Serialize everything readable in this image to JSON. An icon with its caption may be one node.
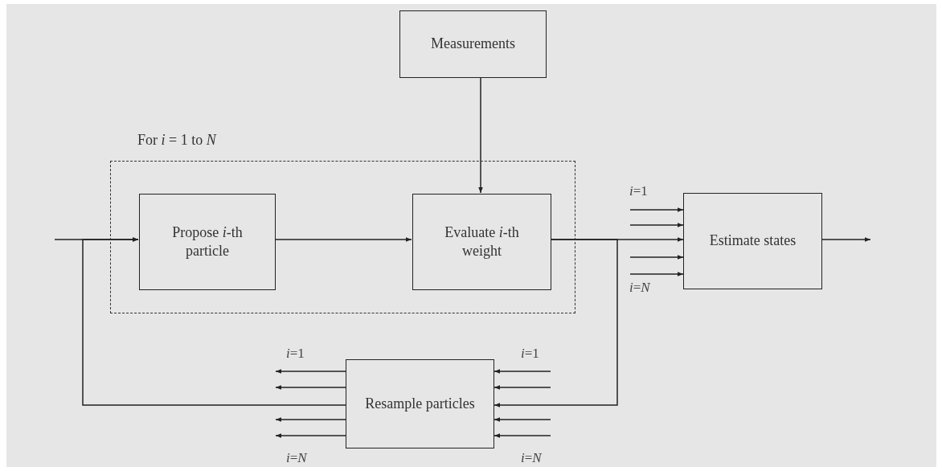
{
  "diagram": {
    "nodes": [
      {
        "text": [
          "Measurements"
        ]
      },
      {
        "text": [
          "For *i* = 1 to *N*"
        ]
      },
      {
        "text": [
          "Propose *i*-th particle"
        ],
        "in": 1
      },
      {
        "text": [
          "Evaluate *i*-th weight"
        ],
        "in": 1
      },
      {
        "text": [
          "Estimate states"
        ]
      },
      {
        "text": [
          "Resample particles"
        ]
      }
    ],
    "edges": [
      {
        "from": 0,
        "to": 3,
        "arrow": "to"
      },
      {
        "from": null,
        "to": 2,
        "arrow": "to"
      },
      {
        "from": 2,
        "to": 3,
        "arrow": "to"
      },
      {
        "from": 3,
        "to": 4,
        "arrow": "to"
      },
      {
        "from": 4,
        "to": null,
        "arrow": "to"
      },
      {
        "from": 3,
        "to": 5,
        "arrow": "to"
      },
      {
        "from": 5,
        "to": 2,
        "arrow": "to"
      },
      {
        "from": null,
        "to": 4,
        "arrow": "to"
      },
      {
        "from": null,
        "to": 4,
        "arrow": "to"
      },
      {
        "from": null,
        "to": 4,
        "arrow": "to"
      },
      {
        "from": null,
        "to": 4,
        "arrow": "to"
      },
      {
        "from": 5,
        "to": null,
        "arrow": "to"
      },
      {
        "from": 5,
        "to": null,
        "arrow": "to"
      },
      {
        "from": 5,
        "to": null,
        "arrow": "to"
      },
      {
        "from": 5,
        "to": null,
        "arrow": "to"
      },
      {
        "from": null,
        "to": 5,
        "arrow": "to"
      },
      {
        "from": null,
        "to": 5,
        "arrow": "to"
      },
      {
        "from": null,
        "to": 5,
        "arrow": "to"
      },
      {
        "from": null,
        "to": 5,
        "arrow": "to"
      }
    ],
    "labels": [
      "*i*=1",
      "*i*=*N*",
      "*i*=1",
      "*i*=1",
      "*i*=*N*",
      "*i*=*N*"
    ]
  }
}
